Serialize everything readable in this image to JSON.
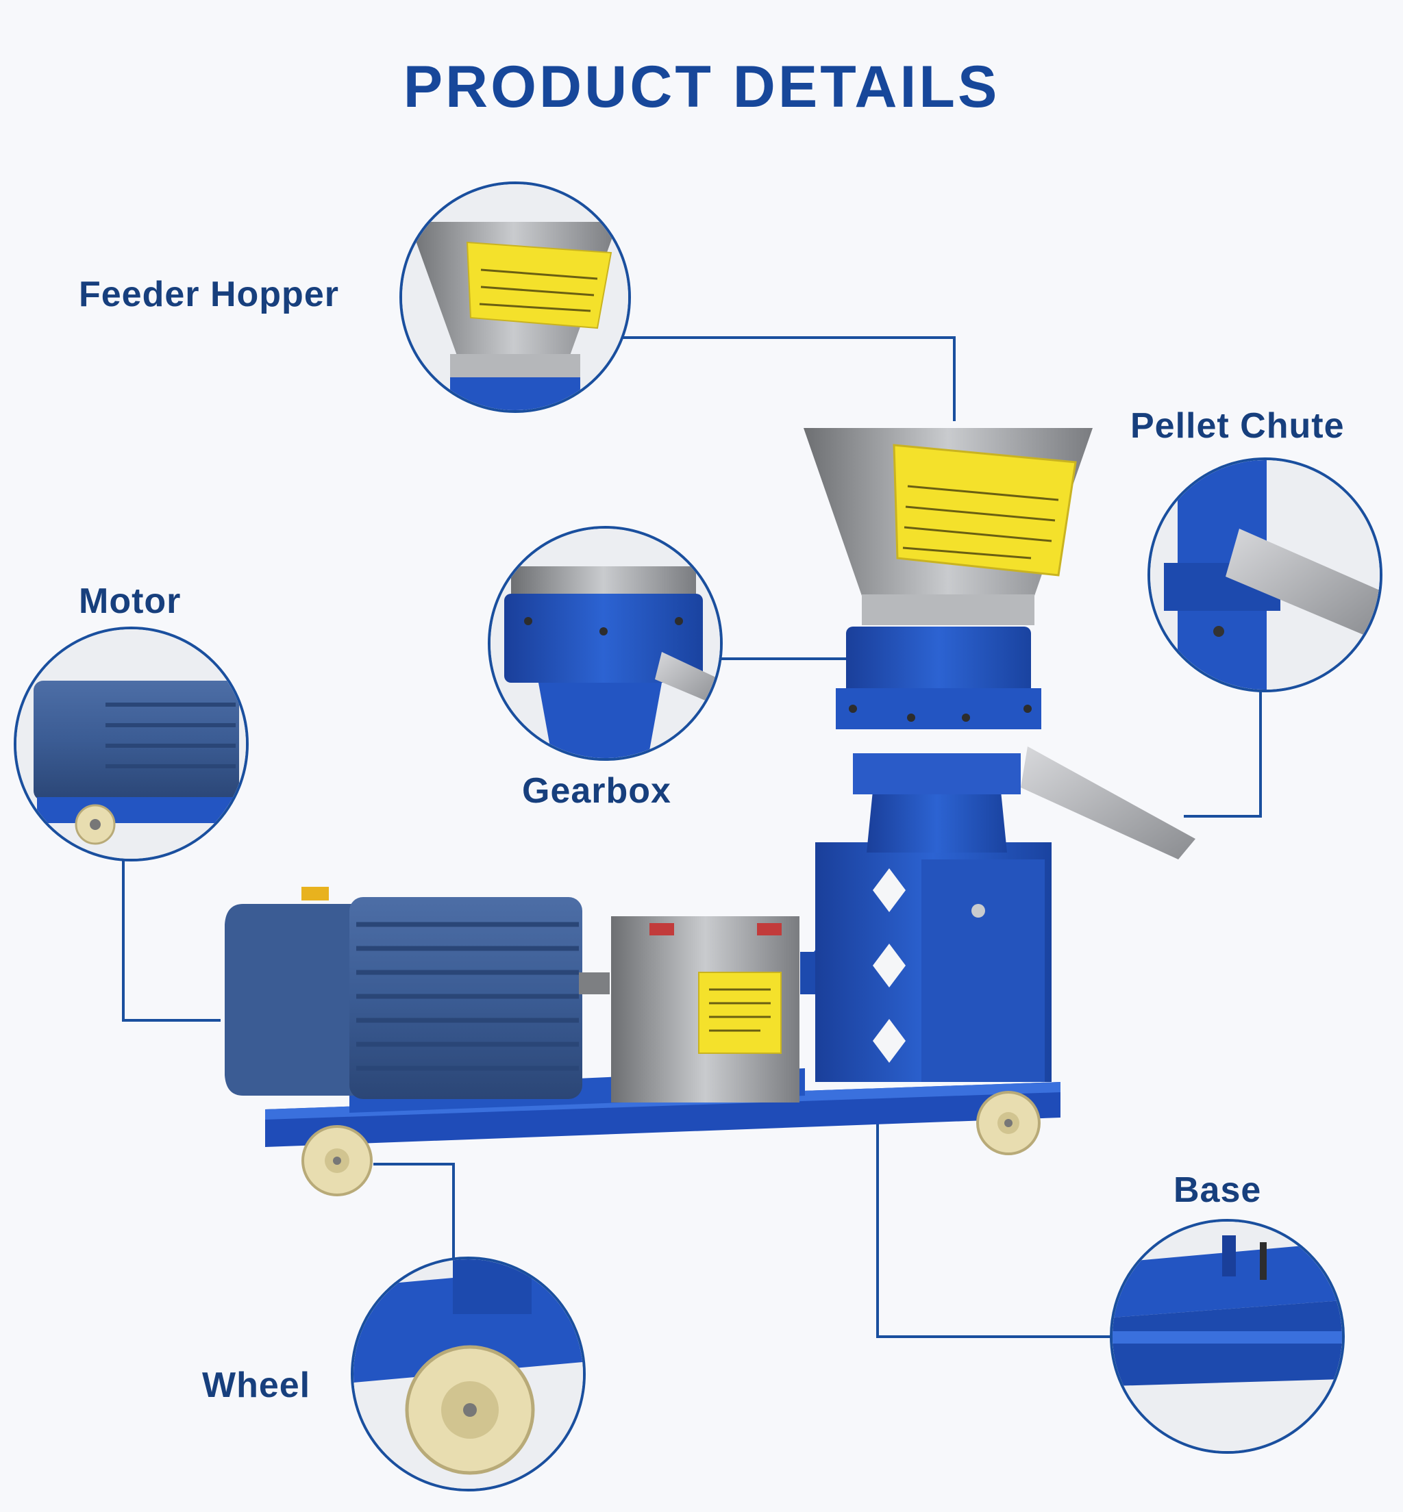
{
  "page": {
    "title": "PRODUCT DETAILS"
  },
  "colors": {
    "title_blue": "#17479a",
    "label_blue": "#173f7d",
    "machine_blue": "#2150b8",
    "motor_blue": "#3d5f95",
    "steel": "#a7a9ad",
    "caution_yellow": "#f4e12b",
    "wheel_cream": "#e8ddb0"
  },
  "components": [
    {
      "key": "feeder",
      "label": "Feeder Hopper",
      "icon": "feeder-hopper-icon"
    },
    {
      "key": "pellet",
      "label": "Pellet Chute",
      "icon": "pellet-chute-icon"
    },
    {
      "key": "motor",
      "label": "Motor",
      "icon": "motor-icon"
    },
    {
      "key": "gearbox",
      "label": "Gearbox",
      "icon": "gearbox-icon"
    },
    {
      "key": "base",
      "label": "Base",
      "icon": "base-icon"
    },
    {
      "key": "wheel",
      "label": "Wheel",
      "icon": "wheel-icon"
    }
  ]
}
